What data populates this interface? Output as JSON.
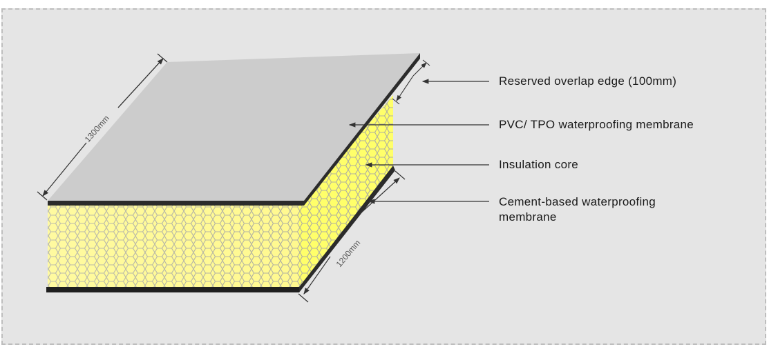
{
  "diagram": {
    "title": "Insulation panel layer structure",
    "dimensions": {
      "length": "1300mm",
      "width": "1200mm"
    },
    "callouts": [
      {
        "id": "overlap",
        "text": "Reserved overlap edge (100mm)"
      },
      {
        "id": "top-membrane",
        "text": "PVC/ TPO waterproofing membrane"
      },
      {
        "id": "core",
        "text": "Insulation core"
      },
      {
        "id": "bottom-membrane",
        "text": "Cement-based waterproofing membrane"
      }
    ],
    "colors": {
      "background": "#e5e5e5",
      "top_surface": "#cccccc",
      "membrane_edge": "#2b2b2b",
      "core_fill": "#fffa8c",
      "core_side_fill": "#ffff6e",
      "hex_stroke": "#a8a8a8",
      "leader": "#333333"
    }
  }
}
